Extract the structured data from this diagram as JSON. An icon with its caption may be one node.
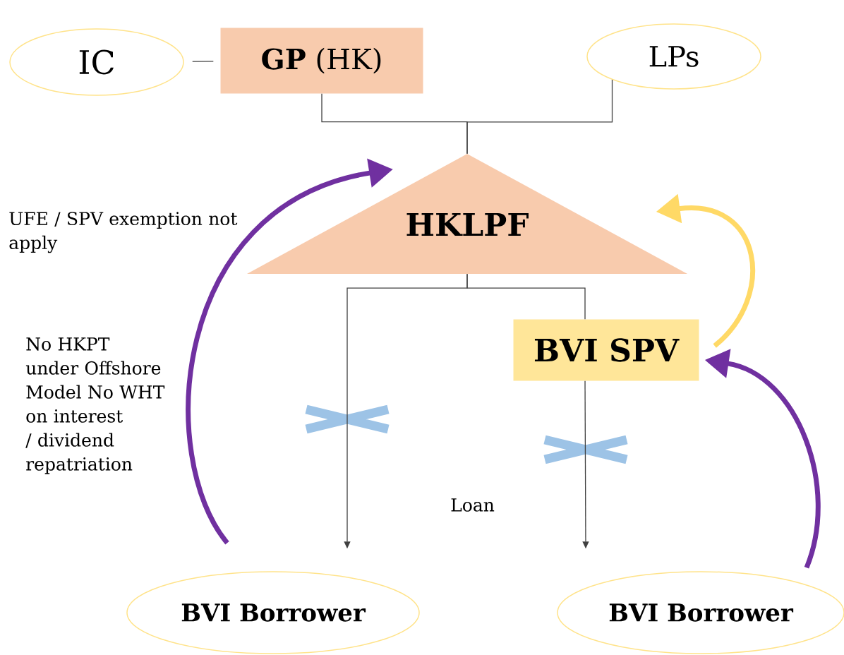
{
  "diagram": {
    "nodes": [
      {
        "text": [
          "IC"
        ]
      },
      {
        "text": [
          "**GP** (HK)"
        ]
      },
      {
        "text": [
          "LPs"
        ]
      },
      {
        "text": [
          "HKLPF"
        ]
      },
      {
        "text": [
          "BVI SPV"
        ]
      },
      {
        "text": [
          "BVI Borrower"
        ]
      },
      {
        "text": [
          "BVI Borrower"
        ]
      }
    ],
    "edges": [
      {
        "from": 0,
        "to": 1,
        "arrow": "none"
      },
      {
        "from": 1,
        "to": 3,
        "arrow": "none"
      },
      {
        "from": 2,
        "to": 3,
        "arrow": "none"
      },
      {
        "from": 3,
        "to": 5,
        "arrow": "to"
      },
      {
        "from": 3,
        "to": 4,
        "arrow": "none"
      },
      {
        "from": 4,
        "to": 6,
        "arrow": "to"
      },
      {
        "from": 5,
        "to": 3,
        "arrow": "to",
        "style": "thick",
        "color": "#7030a0"
      },
      {
        "from": 4,
        "to": 3,
        "arrow": "to",
        "style": "thick",
        "color": "#ffd966"
      },
      {
        "from": 6,
        "to": 4,
        "arrow": "to",
        "style": "thick",
        "color": "#7030a0"
      }
    ],
    "labels": [
      "UFE / SPV exemption not apply",
      "No HKPT under Offshore Model No WHT on interest / dividend repatriation",
      "Loan"
    ]
  }
}
